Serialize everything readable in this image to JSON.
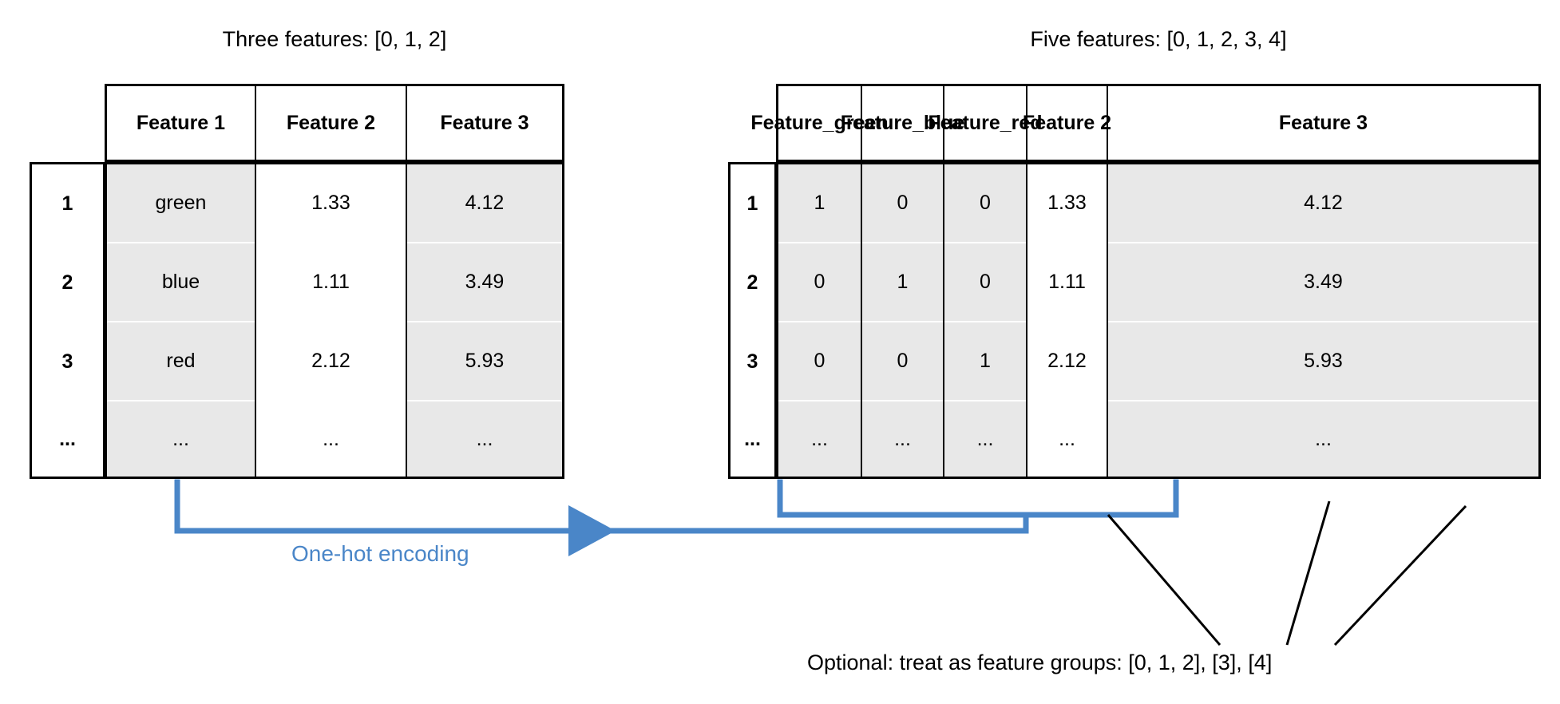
{
  "colors": {
    "accent_blue": "#4a86c8",
    "shade_gray": "#e8e8e8",
    "line_black": "#000000",
    "background": "#ffffff"
  },
  "left_table": {
    "title": "Three features: [0, 1, 2]",
    "columns": [
      "Feature 1",
      "Feature 2",
      "Feature 3"
    ],
    "shaded_columns": [
      true,
      false,
      true
    ],
    "row_labels": [
      "1",
      "2",
      "3",
      "..."
    ],
    "rows": [
      [
        "green",
        "1.33",
        "4.12"
      ],
      [
        "blue",
        "1.11",
        "3.49"
      ],
      [
        "red",
        "2.12",
        "5.93"
      ],
      [
        "...",
        "...",
        "..."
      ]
    ]
  },
  "right_table": {
    "title": "Five features: [0, 1, 2, 3, 4]",
    "columns": [
      "Feature_green",
      "Feature_blue",
      "Feature_red",
      "Feature 2",
      "Feature 3"
    ],
    "shaded_columns": [
      true,
      true,
      true,
      false,
      true
    ],
    "row_labels": [
      "1",
      "2",
      "3",
      "..."
    ],
    "rows": [
      [
        "1",
        "0",
        "0",
        "1.33",
        "4.12"
      ],
      [
        "0",
        "1",
        "0",
        "1.11",
        "3.49"
      ],
      [
        "0",
        "0",
        "1",
        "2.12",
        "5.93"
      ],
      [
        "...",
        "...",
        "...",
        "...",
        "..."
      ]
    ]
  },
  "annotations": {
    "arrow_label": "One-hot encoding",
    "bottom_caption": "Optional: treat as feature groups: [0, 1, 2], [3], [4]"
  }
}
